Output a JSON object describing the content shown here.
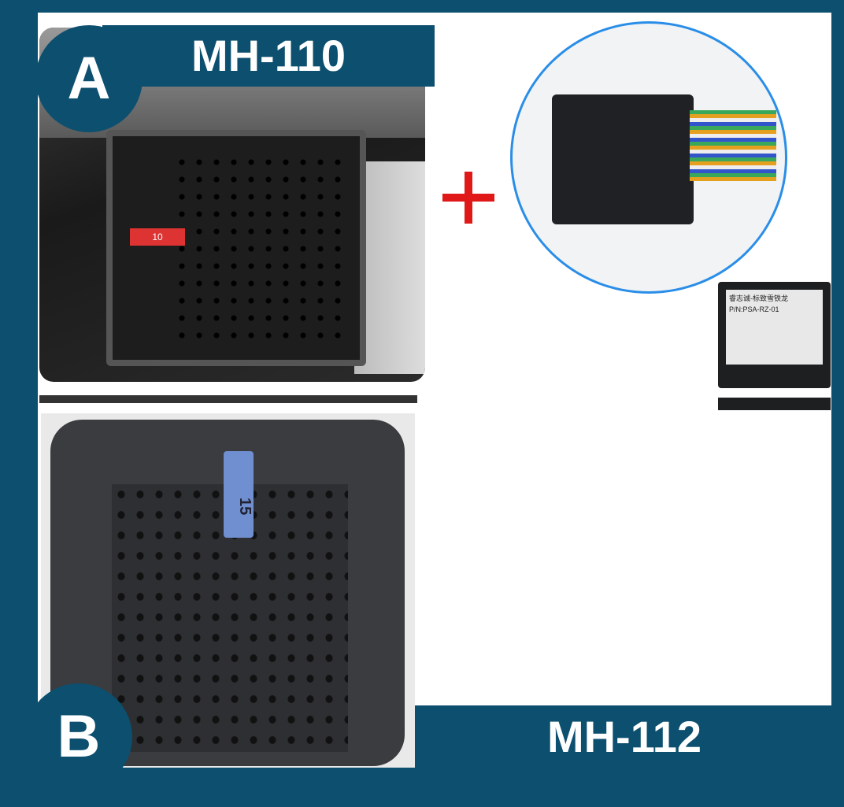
{
  "labels": {
    "a_letter": "A",
    "a_model": "MH-110",
    "b_letter": "B",
    "b_model": "MH-112"
  },
  "photo_a": {
    "fuse_text": "10"
  },
  "photo_b": {
    "fuse_text": "15"
  },
  "module": {
    "line1": "睿志诚-标致雪铁龙",
    "part_number": "P/N:PSA-RZ-01"
  },
  "colors": {
    "frame": "#0d4f6f",
    "plus": "#e01818",
    "circle_outline": "#2a8ee8"
  }
}
